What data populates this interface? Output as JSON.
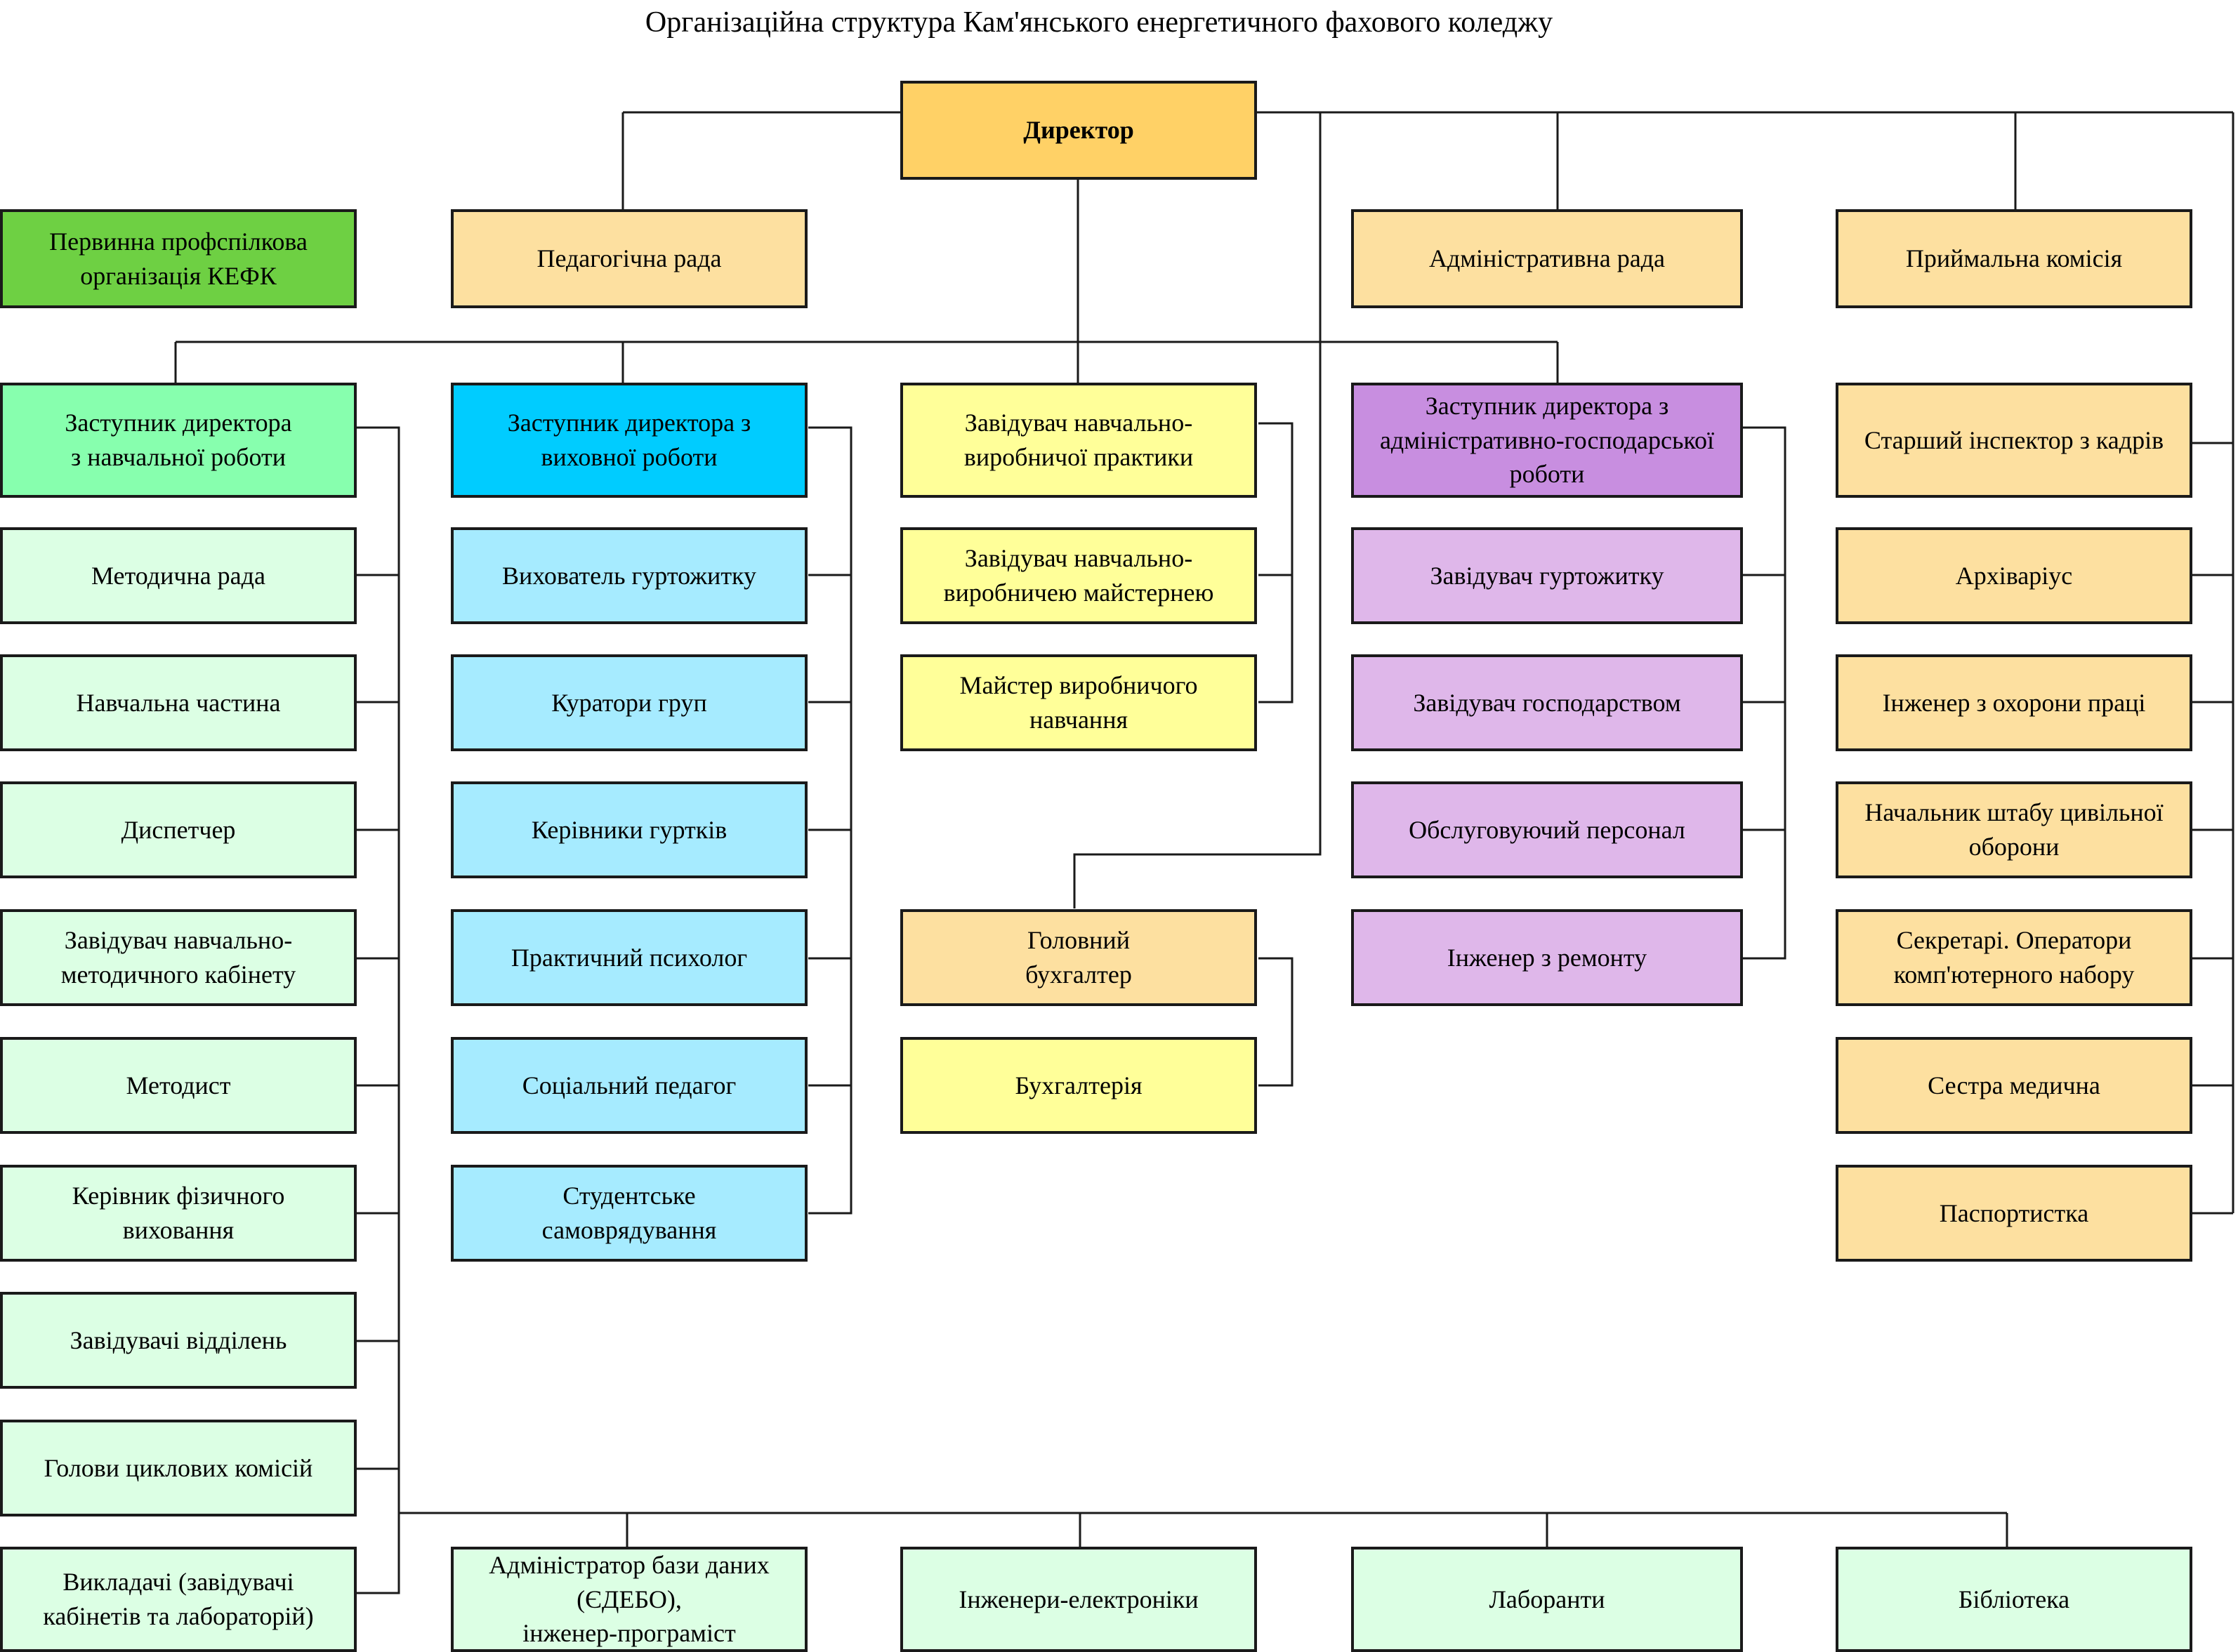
{
  "title": "Організаційна структура Кам'янського енергетичного фахового коледжу",
  "colors": {
    "director": "#ffd166",
    "peach": "#fde0a0",
    "green_strong": "#6ed043",
    "green_mint": "#87ffae",
    "green_light": "#dcffe4",
    "cyan_strong": "#00ccff",
    "cyan_light": "#a6ebff",
    "yellow_light": "#ffff99",
    "purple_strong": "#c88ee0",
    "purple_light": "#dfb7ea",
    "line": "#1a1a1a"
  },
  "nodes": {
    "director": "Директор",
    "trade_union": "Первинна профспілкова\nорганізація КЕФК",
    "pedagogical_council": "Педагогічна рада",
    "admin_council": "Адміністративна рада",
    "admission_committee": "Приймальна комісія",
    "deputy_academic": "Заступник директора\nз навчальної роботи",
    "deputy_educational": "Заступник директора з\nвиховної роботи",
    "head_practice": "Завідувач навчально-\nвиробничої практики",
    "deputy_admin": "Заступник директора з\nадміністративно-господарської\nроботи",
    "senior_hr_inspector": "Старший інспектор з кадрів",
    "methodical_council": "Методична рада",
    "academic_unit": "Навчальна частина",
    "dispatcher": "Диспетчер",
    "head_methodical_cabinet": "Завідувач навчально-\nметодичного кабінету",
    "methodist": "Методист",
    "head_physical_education": "Керівник фізичного\nвиховання",
    "heads_departments": "Завідувачі відділень",
    "heads_cycle_commissions": "Голови циклових комісій",
    "teachers": "Викладачі (завідувачі\nкабінетів та лабораторій)",
    "dorm_tutor": "Вихователь гуртожитку",
    "group_curators": "Куратори груп",
    "club_leaders": "Керівники гуртків",
    "psychologist": "Практичний психолог",
    "social_pedagogue": "Соціальний педагог",
    "student_government": "Студентське\nсамоврядування",
    "head_workshop": "Завідувач навчально-\nвиробничею майстернею",
    "industrial_master": "Майстер виробничого\nнавчання",
    "chief_accountant": "Головний\nбухгалтер",
    "accounting": "Бухгалтерія",
    "head_dormitory": "Завідувач гуртожитку",
    "head_household": "Завідувач господарством",
    "service_staff": "Обслуговуючий персонал",
    "repair_engineer": "Інженер з ремонту",
    "archivist": "Архіваріус",
    "safety_engineer": "Інженер з охорони праці",
    "civil_defense_head": "Начальник штабу цивільної\nоборони",
    "secretaries": "Секретарі. Оператори\nкомп'ютерного набору",
    "nurse": "Сестра медична",
    "passport_officer": "Паспортистка",
    "db_admin": "Адміністратор бази даних\n(ЄДЕБО),\nінженер-програміст",
    "electronics_engineers": "Інженери-електроніки",
    "lab_assistants": "Лаборанти",
    "library": "Бібліотека"
  }
}
